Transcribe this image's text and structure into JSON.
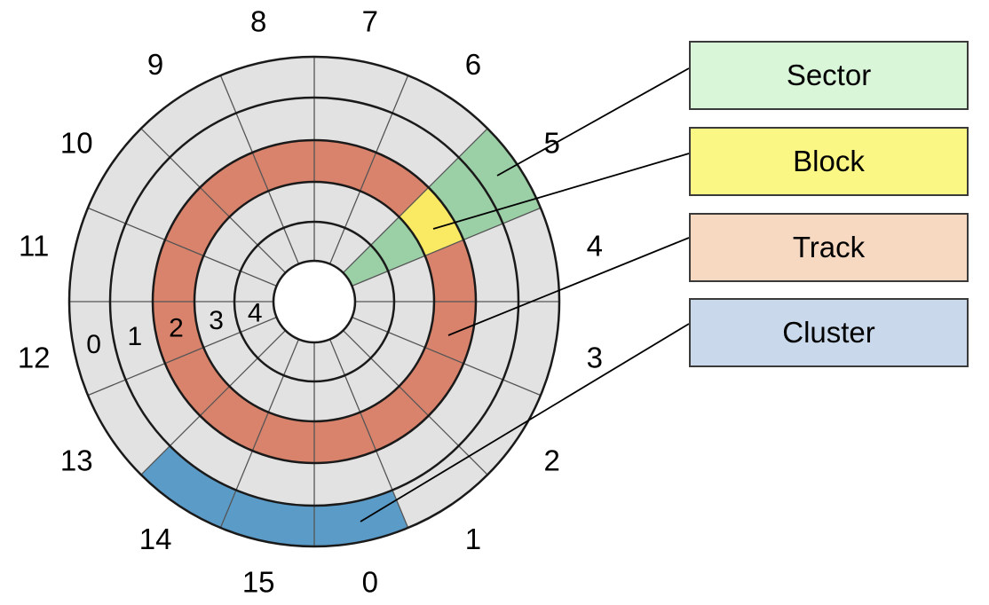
{
  "disk": {
    "sector_labels": [
      "0",
      "1",
      "2",
      "3",
      "4",
      "5",
      "6",
      "7",
      "8",
      "9",
      "10",
      "11",
      "12",
      "13",
      "14",
      "15"
    ],
    "track_labels": [
      "0",
      "1",
      "2",
      "3",
      "4"
    ],
    "highlights": {
      "track_index": 2,
      "sector_index": 5,
      "block": {
        "track": 2,
        "sector": 5
      },
      "cluster": {
        "track": 0,
        "sectors": [
          14,
          15,
          0
        ]
      }
    }
  },
  "legend": [
    {
      "key": "sector",
      "label": "Sector",
      "color": "#daf6d9"
    },
    {
      "key": "block",
      "label": "Block",
      "color": "#fbf785"
    },
    {
      "key": "track",
      "label": "Track",
      "color": "#f7d8c1"
    },
    {
      "key": "cluster",
      "label": "Cluster",
      "color": "#c9d8ea"
    }
  ],
  "colors": {
    "platter": "#e2e2e2",
    "lines": "#1a1a1a",
    "track_highlight": "#d9836c",
    "sector_highlight": "#9bcfa5",
    "block_highlight": "#fae963",
    "cluster_highlight": "#5b9bc8"
  }
}
